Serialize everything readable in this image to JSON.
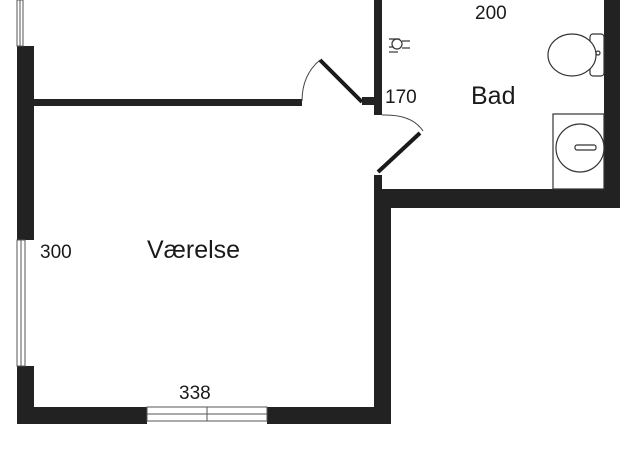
{
  "rooms": {
    "vaerelse": {
      "name": "Værelse",
      "width_label": "338",
      "height_label": "300"
    },
    "bad": {
      "name": "Bad",
      "width_label": "200",
      "height_label": "170"
    }
  },
  "colors": {
    "wall": "#222222",
    "window": "#555555",
    "background": "#ffffff"
  },
  "icons": [
    "toilet-icon",
    "sink-icon",
    "washbasin-icon",
    "door-swing-icon",
    "window-icon"
  ]
}
